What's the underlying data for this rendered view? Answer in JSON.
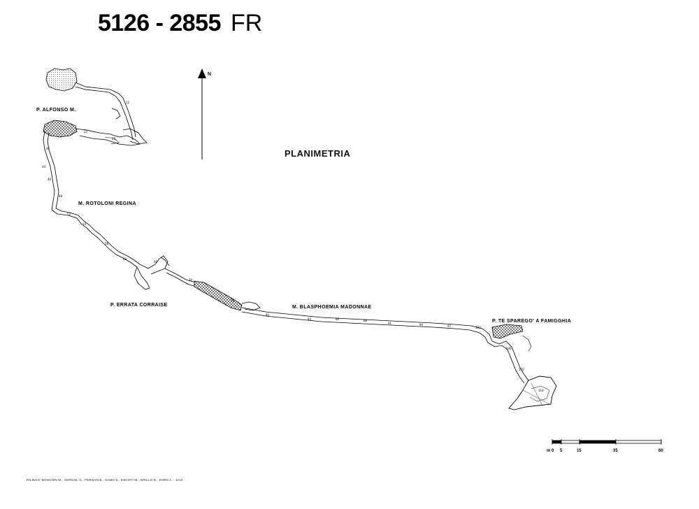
{
  "header": {
    "cave_code": "5126 - 2855",
    "registry": "FR"
  },
  "map": {
    "title": "PLANIMETRIA",
    "north_label": "N",
    "labels": {
      "alfonso": "P. ALFONSO M.",
      "rotoloni": "M. ROTOLONI REGINA",
      "errata": "P. ERRATA CORRAISE",
      "blasphoemia": "M. BLASPHOEMIA MADONNAE",
      "sparego": "P. TE SPAREGO' A FAMIGGHIA"
    }
  },
  "scale_bar": {
    "unit": "m",
    "ticks": [
      "0",
      "5",
      "15",
      "35",
      "60"
    ]
  },
  "credits": "RILIEVO: BOSCHIN M., CERGOL G., PERSAN B., SAMO S., ESCOTI M., GRILLO B., ZORN A. - SAG -"
}
